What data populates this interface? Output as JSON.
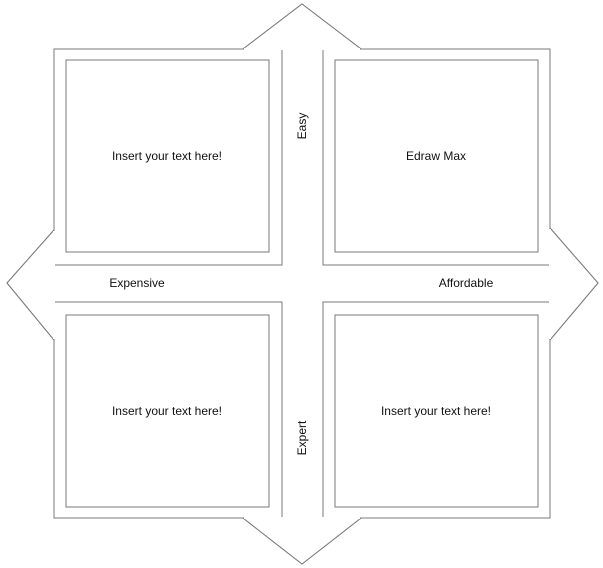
{
  "quadrants": {
    "top_left": "Insert your text here!",
    "top_right": "Edraw Max",
    "bottom_left": "Insert your text here!",
    "bottom_right": "Insert your text here!"
  },
  "axes": {
    "top": "Easy",
    "bottom": "Expert",
    "left": "Expensive",
    "right": "Affordable"
  },
  "colors": {
    "stroke": "#7a7a7a",
    "text": "#111111",
    "background": "#ffffff"
  }
}
